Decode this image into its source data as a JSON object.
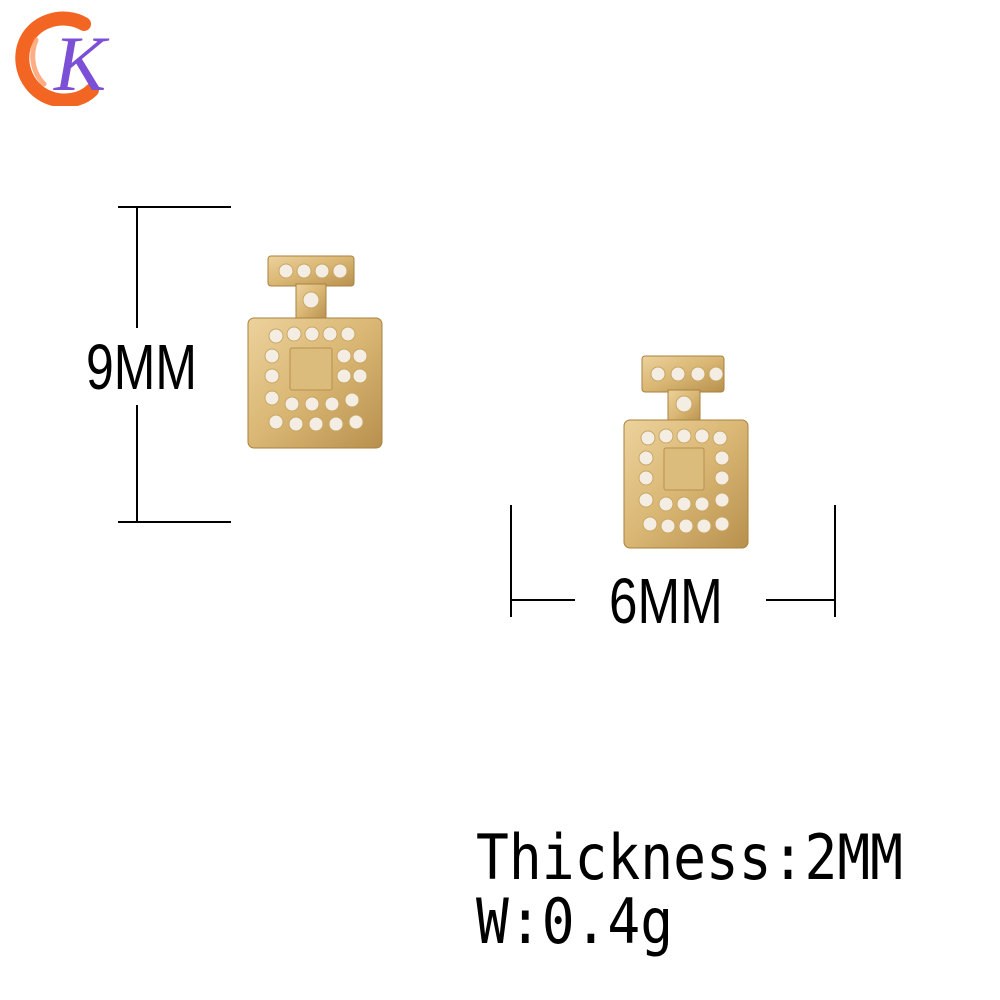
{
  "logo": {
    "letter": "K",
    "colors": {
      "ring": "#f26522",
      "letter": "#7b4fd6"
    }
  },
  "dimensions": {
    "height_label": "9MM",
    "width_label": "6MM"
  },
  "specs": {
    "thickness": "Thickness:2MM",
    "weight": "W:0.4g"
  },
  "product": {
    "icon": "perfume-bottle-charm",
    "colors": {
      "gold": "#d9b673",
      "gold_dark": "#b8904e",
      "stone": "#f4ede4"
    }
  }
}
